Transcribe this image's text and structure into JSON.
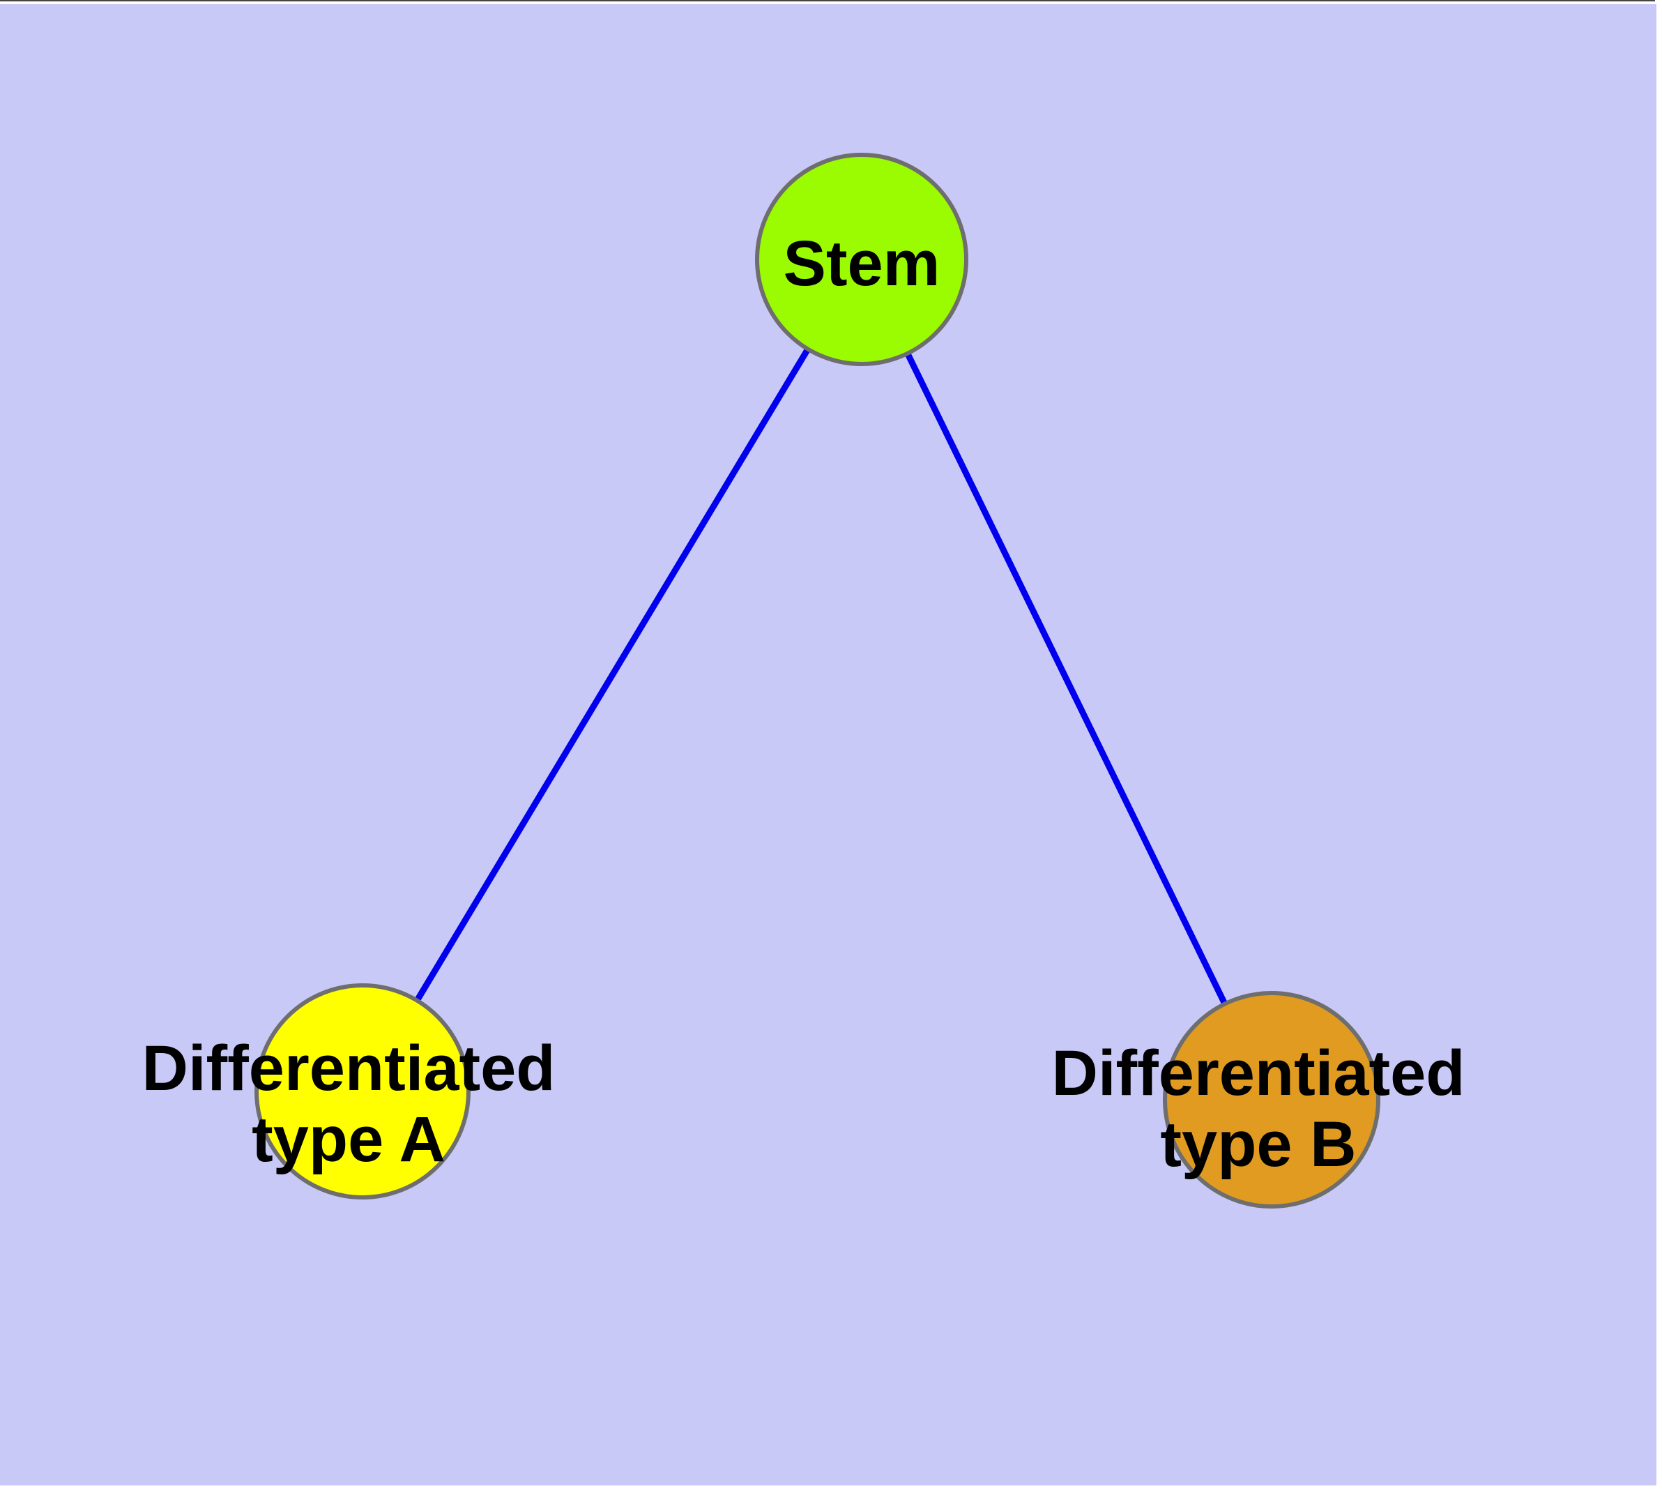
{
  "canvas": {
    "background": "#c9c9f8",
    "node_border_color": "#6e6e6e",
    "edge_color": "#0000ee"
  },
  "nodes": {
    "stem": {
      "label": "Stem",
      "fill": "#9bfb00"
    },
    "type_a": {
      "label_line1": "Differentiated",
      "label_line2": "type A",
      "fill": "#ffff00"
    },
    "type_b": {
      "label_line1": "Differentiated",
      "label_line2": "type B",
      "fill": "#e09b20"
    }
  },
  "edges": [
    {
      "from": "stem",
      "to": "type_a"
    },
    {
      "from": "stem",
      "to": "type_b"
    }
  ]
}
